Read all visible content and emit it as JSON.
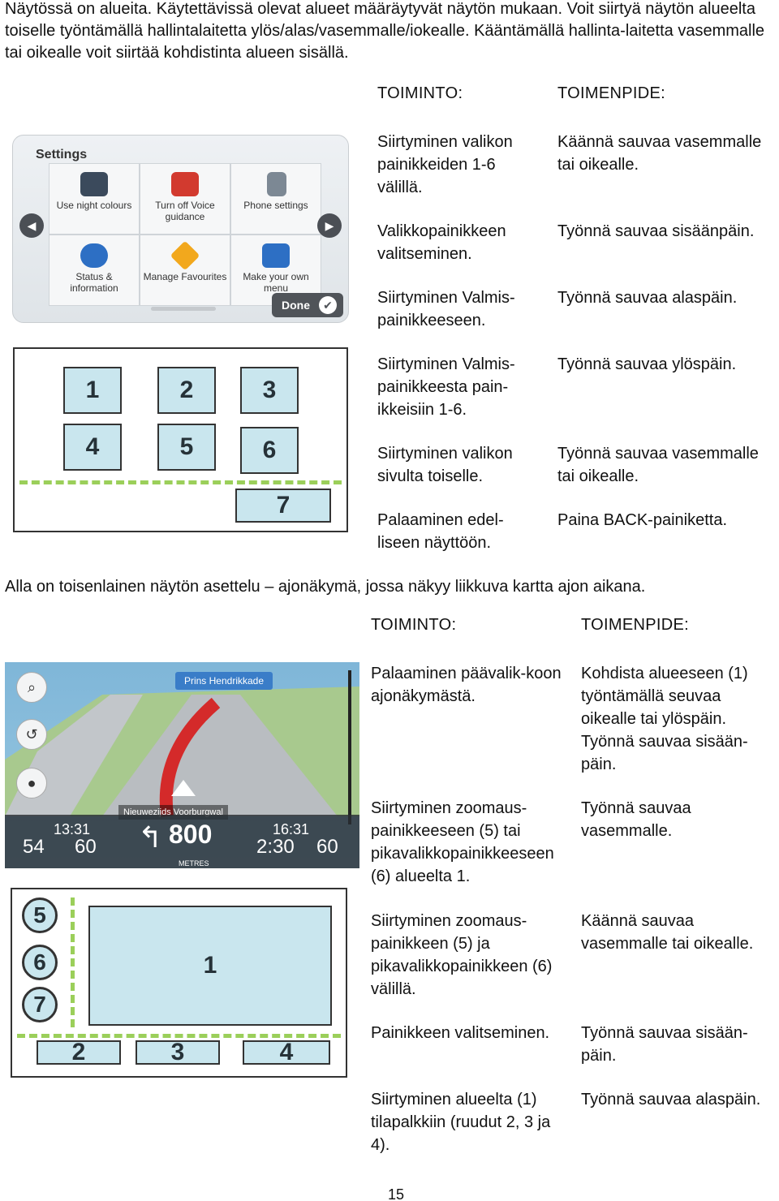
{
  "intro": "Näytössä on alueita. Käytettävissä olevat alueet määräytyvät näytön mukaan. Voit siirtyä näytön alueelta toiselle työntämällä hallintalaitetta ylös/alas/vasemmalle/iokealle. Kääntämällä hallinta-laitetta vasemmalle tai oikealle voit siirtää kohdistinta alueen sisällä.",
  "section1": {
    "header_action": "TOIMINTO:",
    "header_operation": "TOIMENPIDE:",
    "rows": [
      {
        "action": "Siirtyminen valikon painikkeiden 1-6 välillä.",
        "operation": "Käännä sauvaa vasemmalle tai oikealle."
      },
      {
        "action": "Valikkopainikkeen valitseminen.",
        "operation": "Työnnä sauvaa sisäänpäin."
      },
      {
        "action": "Siirtyminen Valmis-painikkeeseen.",
        "operation": "Työnnä sauvaa alaspäin."
      },
      {
        "action": "Siirtyminen Valmis-painikkeesta pain-ikkeisiin 1-6.",
        "operation": "Työnnä sauvaa ylöspäin."
      },
      {
        "action": "Siirtyminen valikon sivulta toiselle.",
        "operation": "Työnnä sauvaa vasemmalle tai oikealle."
      },
      {
        "action": "Palaaminen edel-liseen näyttöön.",
        "operation": "Paina BACK-painiketta."
      }
    ]
  },
  "settings_screen": {
    "title": "Settings",
    "tiles": [
      "Use night colours",
      "Turn off Voice guidance",
      "Phone settings",
      "Status & information",
      "Manage Favourites",
      "Make your own menu"
    ],
    "done_label": "Done",
    "colors": {
      "red_icon": "#d23a2f",
      "blue_icon": "#2d6fc4",
      "star": "#f2a81d"
    }
  },
  "diagram1": {
    "boxes": [
      "1",
      "2",
      "3",
      "4",
      "5",
      "6",
      "7"
    ]
  },
  "separator_text": "Alla on toisenlainen näytön asettelu – ajonäkymä, jossa näkyy liikkuva kartta ajon aikana.",
  "section2": {
    "header_action": "TOIMINTO:",
    "header_operation": "TOIMENPIDE:",
    "rows": [
      {
        "action": "Palaaminen päävalik-koon ajonäkymästä.",
        "operation": "Kohdista alueeseen (1) työntämällä seuvaa oikealle tai ylöspäin. Työnnä sauvaa sisään-päin."
      },
      {
        "action": "Siirtyminen zoomaus-painikkeeseen (5) tai pikavalikkopainikkeeseen (6) alueelta 1.",
        "operation": "Työnnä sauvaa vasemmalle."
      },
      {
        "action": "Siirtyminen zoomaus-painikkeen (5) ja pikavalikkopainikkeen (6) välillä.",
        "operation": "Käännä sauvaa vasemmalle tai oikealle."
      },
      {
        "action": "Painikkeen valitseminen.",
        "operation": "Työnnä sauvaa sisään-päin."
      },
      {
        "action": "Siirtyminen alueelta (1) tilapalkkiin (ruudut 2, 3 ja 4).",
        "operation": "Työnnä sauvaa alaspäin."
      }
    ]
  },
  "drive_map": {
    "street_label": "Prins Hendrikkade",
    "next_street": "Nieuwezijds Voorburgwal",
    "distance": "800",
    "distance_unit": "METRES",
    "speed_left": "54",
    "speed_limit_left": "60",
    "time_left": "13:31",
    "arrival": "16:31",
    "remaining": "2:30",
    "speed_limit_right": "60",
    "colors": {
      "route": "#d42a2a",
      "road": "#b9bdc1",
      "grass": "#a8c98e"
    }
  },
  "diagram2": {
    "circles": [
      "5",
      "6",
      "7"
    ],
    "main": "1",
    "bottom": [
      "2",
      "3",
      "4"
    ]
  },
  "page_number": "15"
}
